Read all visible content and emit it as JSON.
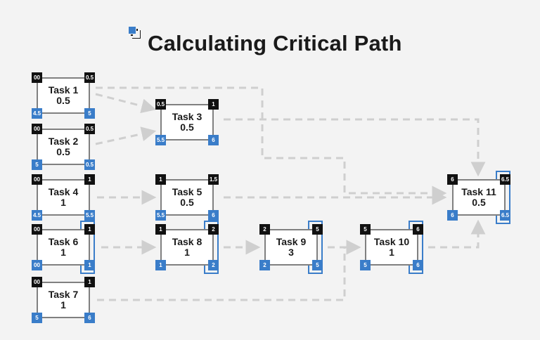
{
  "title": "Calculating Critical Path",
  "colors": {
    "accent": "#3a7dc9",
    "node_border": "#808080",
    "arrow": "#cfcfcf",
    "label_bg": "#111111"
  },
  "tasks": [
    {
      "id": "task1",
      "name": "Task 1",
      "duration": "0.5",
      "es": "00",
      "ef": "0.5",
      "ls": "4.5",
      "lf": "5",
      "critical": false
    },
    {
      "id": "task2",
      "name": "Task 2",
      "duration": "0.5",
      "es": "00",
      "ef": "0.5",
      "ls": "5",
      "lf": "0.5",
      "critical": false
    },
    {
      "id": "task3",
      "name": "Task 3",
      "duration": "0.5",
      "es": "0.5",
      "ef": "1",
      "ls": "5.5",
      "lf": "6",
      "critical": false
    },
    {
      "id": "task4",
      "name": "Task 4",
      "duration": "1",
      "es": "00",
      "ef": "1",
      "ls": "4.5",
      "lf": "5.5",
      "critical": false
    },
    {
      "id": "task5",
      "name": "Task 5",
      "duration": "0.5",
      "es": "1",
      "ef": "1.5",
      "ls": "5.5",
      "lf": "6",
      "critical": false
    },
    {
      "id": "task6",
      "name": "Task 6",
      "duration": "1",
      "es": "00",
      "ef": "1",
      "ls": "00",
      "lf": "1",
      "critical": true
    },
    {
      "id": "task8",
      "name": "Task 8",
      "duration": "1",
      "es": "1",
      "ef": "2",
      "ls": "1",
      "lf": "2",
      "critical": true
    },
    {
      "id": "task9",
      "name": "Task 9",
      "duration": "3",
      "es": "2",
      "ef": "5",
      "ls": "2",
      "lf": "5",
      "critical": true
    },
    {
      "id": "task10",
      "name": "Task 10",
      "duration": "1",
      "es": "5",
      "ef": "6",
      "ls": "5",
      "lf": "6",
      "critical": true
    },
    {
      "id": "task11",
      "name": "Task 11",
      "duration": "0.5",
      "es": "6",
      "ef": "6.5",
      "ls": "6",
      "lf": "6.5",
      "critical": true
    },
    {
      "id": "task7",
      "name": "Task 7",
      "duration": "1",
      "es": "00",
      "ef": "1",
      "ls": "5",
      "lf": "6",
      "critical": false
    }
  ],
  "edges": [
    {
      "from": "task1",
      "to": "task3"
    },
    {
      "from": "task2",
      "to": "task3"
    },
    {
      "from": "task1",
      "to": "task11"
    },
    {
      "from": "task3",
      "to": "task11"
    },
    {
      "from": "task4",
      "to": "task5"
    },
    {
      "from": "task5",
      "to": "task11"
    },
    {
      "from": "task6",
      "to": "task8"
    },
    {
      "from": "task8",
      "to": "task9"
    },
    {
      "from": "task9",
      "to": "task10"
    },
    {
      "from": "task10",
      "to": "task11"
    },
    {
      "from": "task7",
      "to": "task10"
    }
  ]
}
